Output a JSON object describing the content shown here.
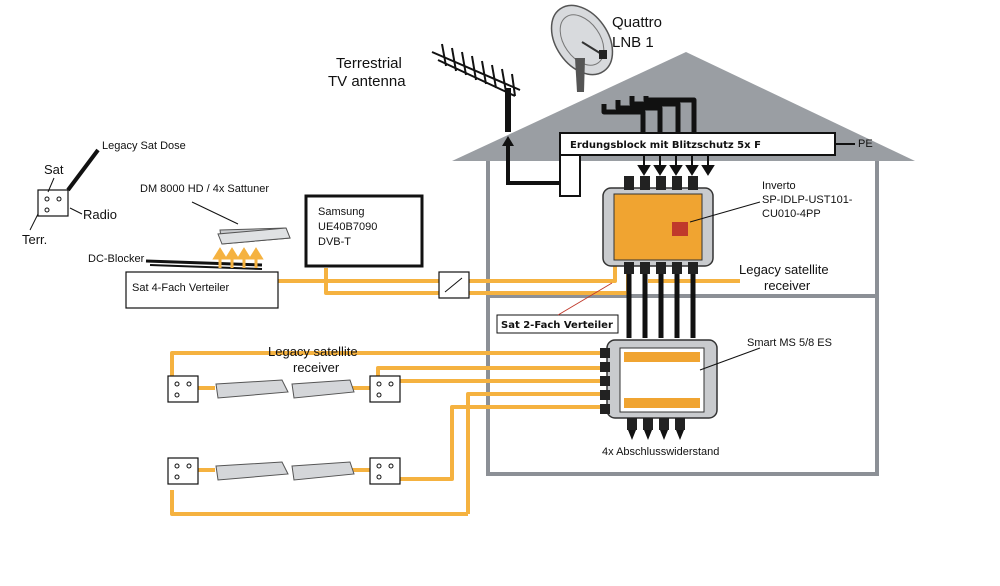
{
  "labels": {
    "quattro_lnb": [
      "Quattro",
      "LNB 1"
    ],
    "terrestrial_antenna": [
      "Terrestrial",
      "TV antenna"
    ],
    "grounding_block": "Erdungsblock mit Blitzschutz 5x F",
    "pe": "PE",
    "inverto": [
      "Inverto",
      "SP-IDLP-UST101-",
      "CU010-4PP"
    ],
    "legacy_receiver_right": [
      "Legacy satellite",
      "receiver"
    ],
    "sat_2_fach": "Sat 2-Fach Verteiler",
    "smart_ms": "Smart MS 5/8 ES",
    "terminators": "4x Abschlusswiderstand",
    "legacy_receiver_left": [
      "Legacy satellite",
      "receiver"
    ],
    "legacy_sat_dose": "Legacy Sat Dose",
    "sat": "Sat",
    "radio": "Radio",
    "terr": "Terr.",
    "dm8000": "DM 8000 HD / 4x Sattuner",
    "dc_blocker": "DC-Blocker",
    "sat_4_fach": "Sat 4-Fach Verteiler",
    "samsung": [
      "Samsung",
      "UE40B7090",
      "DVB-T"
    ]
  },
  "colors": {
    "cable": "#f5b240",
    "roof": "#9a9ea3",
    "house_outline": "#8c9096",
    "device_orange": "#f0a431",
    "device_grey": "#c9cbce",
    "black": "#111111"
  }
}
